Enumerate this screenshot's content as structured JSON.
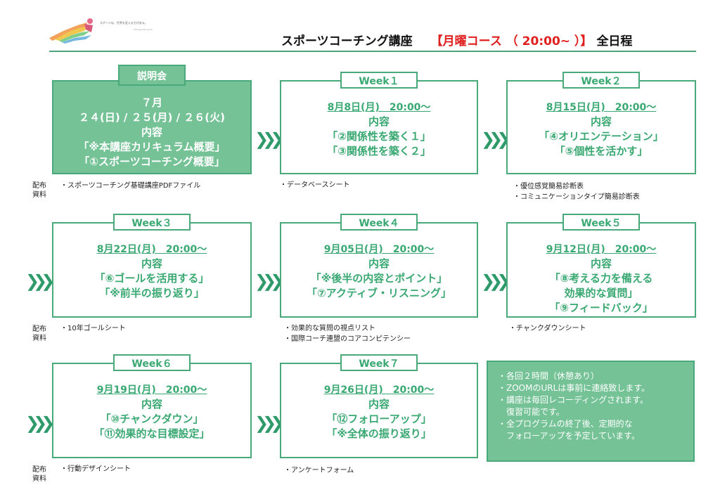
{
  "header": {
    "logo_tagline": "スポーツは、世界を変える力がある。",
    "logo_sub": "Change the world",
    "title_main": "スポーツコーチング講座",
    "title_course": "【月曜コース （ 20:00~ ）】",
    "title_rest": "全日程",
    "accent_color": "#e0201e",
    "brand_color": "#4aa97b"
  },
  "labels": {
    "haifu": "配布",
    "shiryo": "資料"
  },
  "sessions": [
    {
      "tab": "説明会",
      "lines": [
        "７月",
        "２４(日) / ２５(月) / ２６(火)",
        "内容",
        "「※本講座カリキュラム概要」",
        "「①スポーツコーチング概要」"
      ]
    },
    {
      "tab": "Week１",
      "date": "8月8日(月)　20:00～",
      "lines": [
        "内容",
        "「②関係性を築く１」",
        "「③関係性を築く２」"
      ]
    },
    {
      "tab": "Week２",
      "date": "8月15日(月)　20:00～",
      "lines": [
        "内容",
        "「④オリエンテーション」",
        "「⑤個性を活かす」"
      ]
    },
    {
      "tab": "Week３",
      "date": "8月22日(月)　20:00～",
      "lines": [
        "内容",
        "「⑥ゴールを活用する」",
        "「※前半の振り返り」"
      ]
    },
    {
      "tab": "Week４",
      "date": "9月05日(月)　20:00～",
      "lines": [
        "内容",
        "「※後半の内容とポイント」",
        "「⑦アクティブ・リスニング」"
      ]
    },
    {
      "tab": "Week５",
      "date": "9月12日(月)　20:00～",
      "lines": [
        "内容",
        "「⑧考える力を備える",
        "効果的な質問」",
        "「⑨フィードバック」"
      ]
    },
    {
      "tab": "Week６",
      "date": "9月19日(月)　20:00～",
      "lines": [
        "内容",
        "「⑩チャンクダウン」",
        "「⑪効果的な目標設定」"
      ]
    },
    {
      "tab": "Week７",
      "date": "9月26日(月)　20:00～",
      "lines": [
        "内容",
        "「⑫フォローアップ」",
        "「※全体の振り返り」"
      ]
    }
  ],
  "materials": [
    [
      "・スポーツコーチング基礎講座PDFファイル"
    ],
    [
      "・データベースシート"
    ],
    [
      "・優位感覚簡易診断表",
      "・コミュニケーションタイプ簡易診断表"
    ],
    [
      "・10年ゴールシート"
    ],
    [
      "・効果的な質問の視点リスト",
      "・国際コーチ連盟のコアコンピテンシー"
    ],
    [
      "・チャンクダウンシート"
    ],
    [
      "・行動デザインシート"
    ],
    [
      "・アンケートフォーム"
    ]
  ],
  "info": [
    "・各回２時間（休憩あり）",
    "・ZOOMのURLは事前に連絡致します。",
    "・講座は毎回レコーディングされます。",
    "　復習可能です。",
    "・全プログラムの終了後、定期的な",
    "　フォローアップを予定しています。"
  ],
  "arrow_icon": "triple-chevron-right-icon"
}
